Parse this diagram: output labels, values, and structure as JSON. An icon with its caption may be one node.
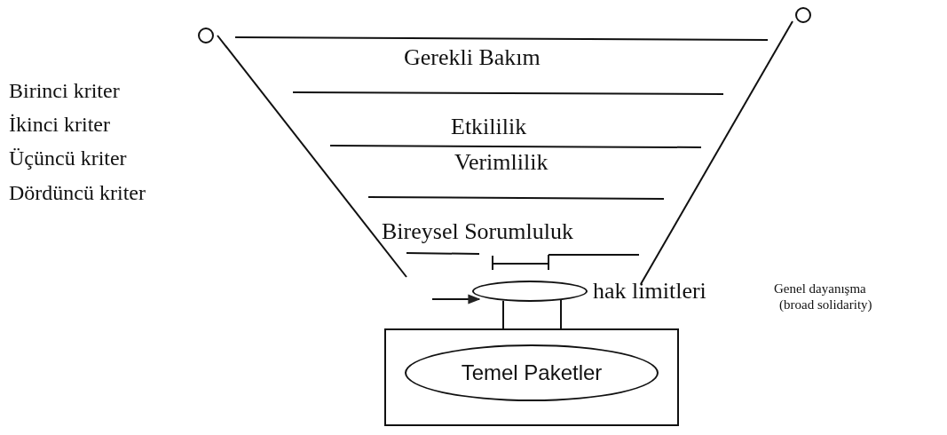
{
  "diagram": {
    "nodes": [
      {
        "text": [],
        "shape": "box"
      },
      {
        "text": [
          "Temel Paketler"
        ],
        "in": 0
      },
      {
        "text": [],
        "shape": "ellipse",
        "beside": [
          "hak limitleri"
        ]
      }
    ],
    "edges": [
      {
        "from": null,
        "to": 2,
        "arrow": "to"
      },
      {
        "from": 2,
        "to": 0,
        "arrow": "none"
      },
      {
        "from": 2,
        "to": 0,
        "arrow": "none"
      }
    ],
    "labels": [
      "Gerekli Bakım",
      "Birinci kriter",
      "İkinci kriter",
      "Etkililik",
      "Üçüncü kriter",
      "Verimlilik",
      "Dördüncü kriter",
      "Bireysel Sorumluluk",
      "Genel dayanışma",
      "(broad solidarity)"
    ]
  }
}
